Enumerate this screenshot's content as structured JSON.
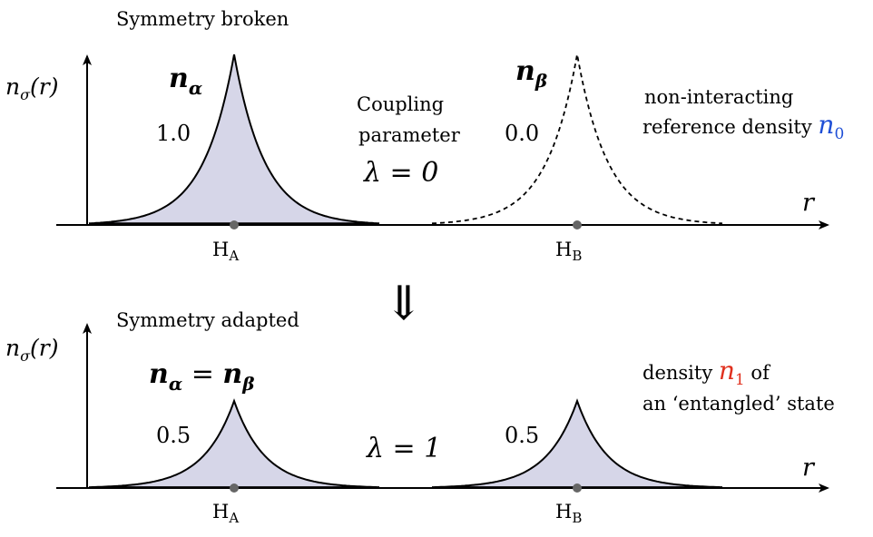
{
  "top_panel": {
    "title": "Symmetry broken",
    "ylabel": "n",
    "ylabel_sub": "σ",
    "ylabel_arg": "(r)",
    "xlabel": "r",
    "peak_a_label": "n",
    "peak_a_sub": "α",
    "peak_b_label": "n",
    "peak_b_sub": "β",
    "occ_a": "1.0",
    "occ_b": "0.0",
    "coupling_line1": "Coupling",
    "coupling_line2": "parameter",
    "lambda_value": "λ = 0",
    "note_line1": "non-interacting",
    "note_line2": "reference density",
    "note_symbol": "n",
    "note_symbol_sub": "0",
    "site_a": "H",
    "site_a_sub": "A",
    "site_b": "H",
    "site_b_sub": "B"
  },
  "arrow_symbol": "⇓",
  "bottom_panel": {
    "title": "Symmetry adapted",
    "ylabel": "n",
    "ylabel_sub": "σ",
    "ylabel_arg": "(r)",
    "xlabel": "r",
    "eq_left": "n",
    "eq_left_sub": "α",
    "eq_mid": " = ",
    "eq_right": "n",
    "eq_right_sub": "β",
    "occ_a": "0.5",
    "occ_b": "0.5",
    "lambda_value": "λ = 1",
    "note_line1_pre": "density ",
    "note_symbol": "n",
    "note_symbol_sub": "1",
    "note_line1_post": " of",
    "note_line2": "an ‘entangled’ state",
    "site_a": "H",
    "site_a_sub": "A",
    "site_b": "H",
    "site_b_sub": "B"
  },
  "colors": {
    "fill": "#d6d6e8",
    "n0_blue": "#1f4fd6",
    "n1_red": "#e0301e",
    "site_dot": "#666666"
  }
}
